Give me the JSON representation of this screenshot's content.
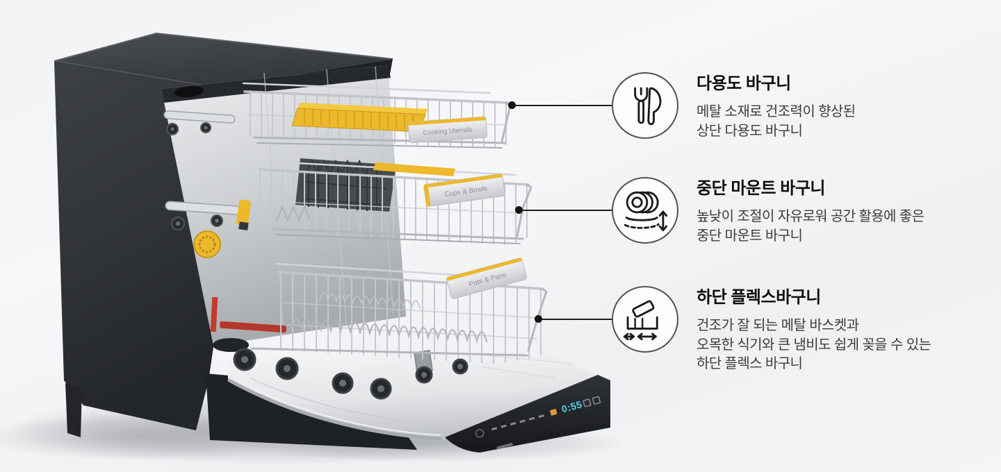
{
  "scene": {
    "background_top": "#f6f7f8",
    "background_bottom": "#edeff1",
    "accent_yellow": "#ecb82c",
    "display_cyan": "#4fd4e4",
    "leader_color": "#1c1c1c"
  },
  "dishwasher": {
    "description": "open dishwasher with three pulled-out metal baskets",
    "rack_labels": {
      "top": "Cooking Utensils",
      "middle": "Cups & Bowls",
      "bottom": "Pots & Pans"
    },
    "control_display": "0:55"
  },
  "callouts": [
    {
      "icon": "fork-knife-icon",
      "title": "다용도 바구니",
      "lines": [
        "메탈 소재로 건조력이 향상된",
        "상단 다용도 바구니"
      ]
    },
    {
      "icon": "plates-height-adjust-icon",
      "title": "중단 마운트 바구니",
      "lines": [
        "높낮이 조절이 자유로워 공간 활용에 좋은",
        "중단 마운트 바구니"
      ]
    },
    {
      "icon": "tilt-basket-slide-icon",
      "title": "하단 플렉스바구니",
      "lines": [
        "건조가 잘 되는 메탈 바스켓과",
        "오목한 식기와 큰 냄비도 쉽게 꽂을 수 있는",
        "하단 플렉스 바구니"
      ]
    }
  ]
}
